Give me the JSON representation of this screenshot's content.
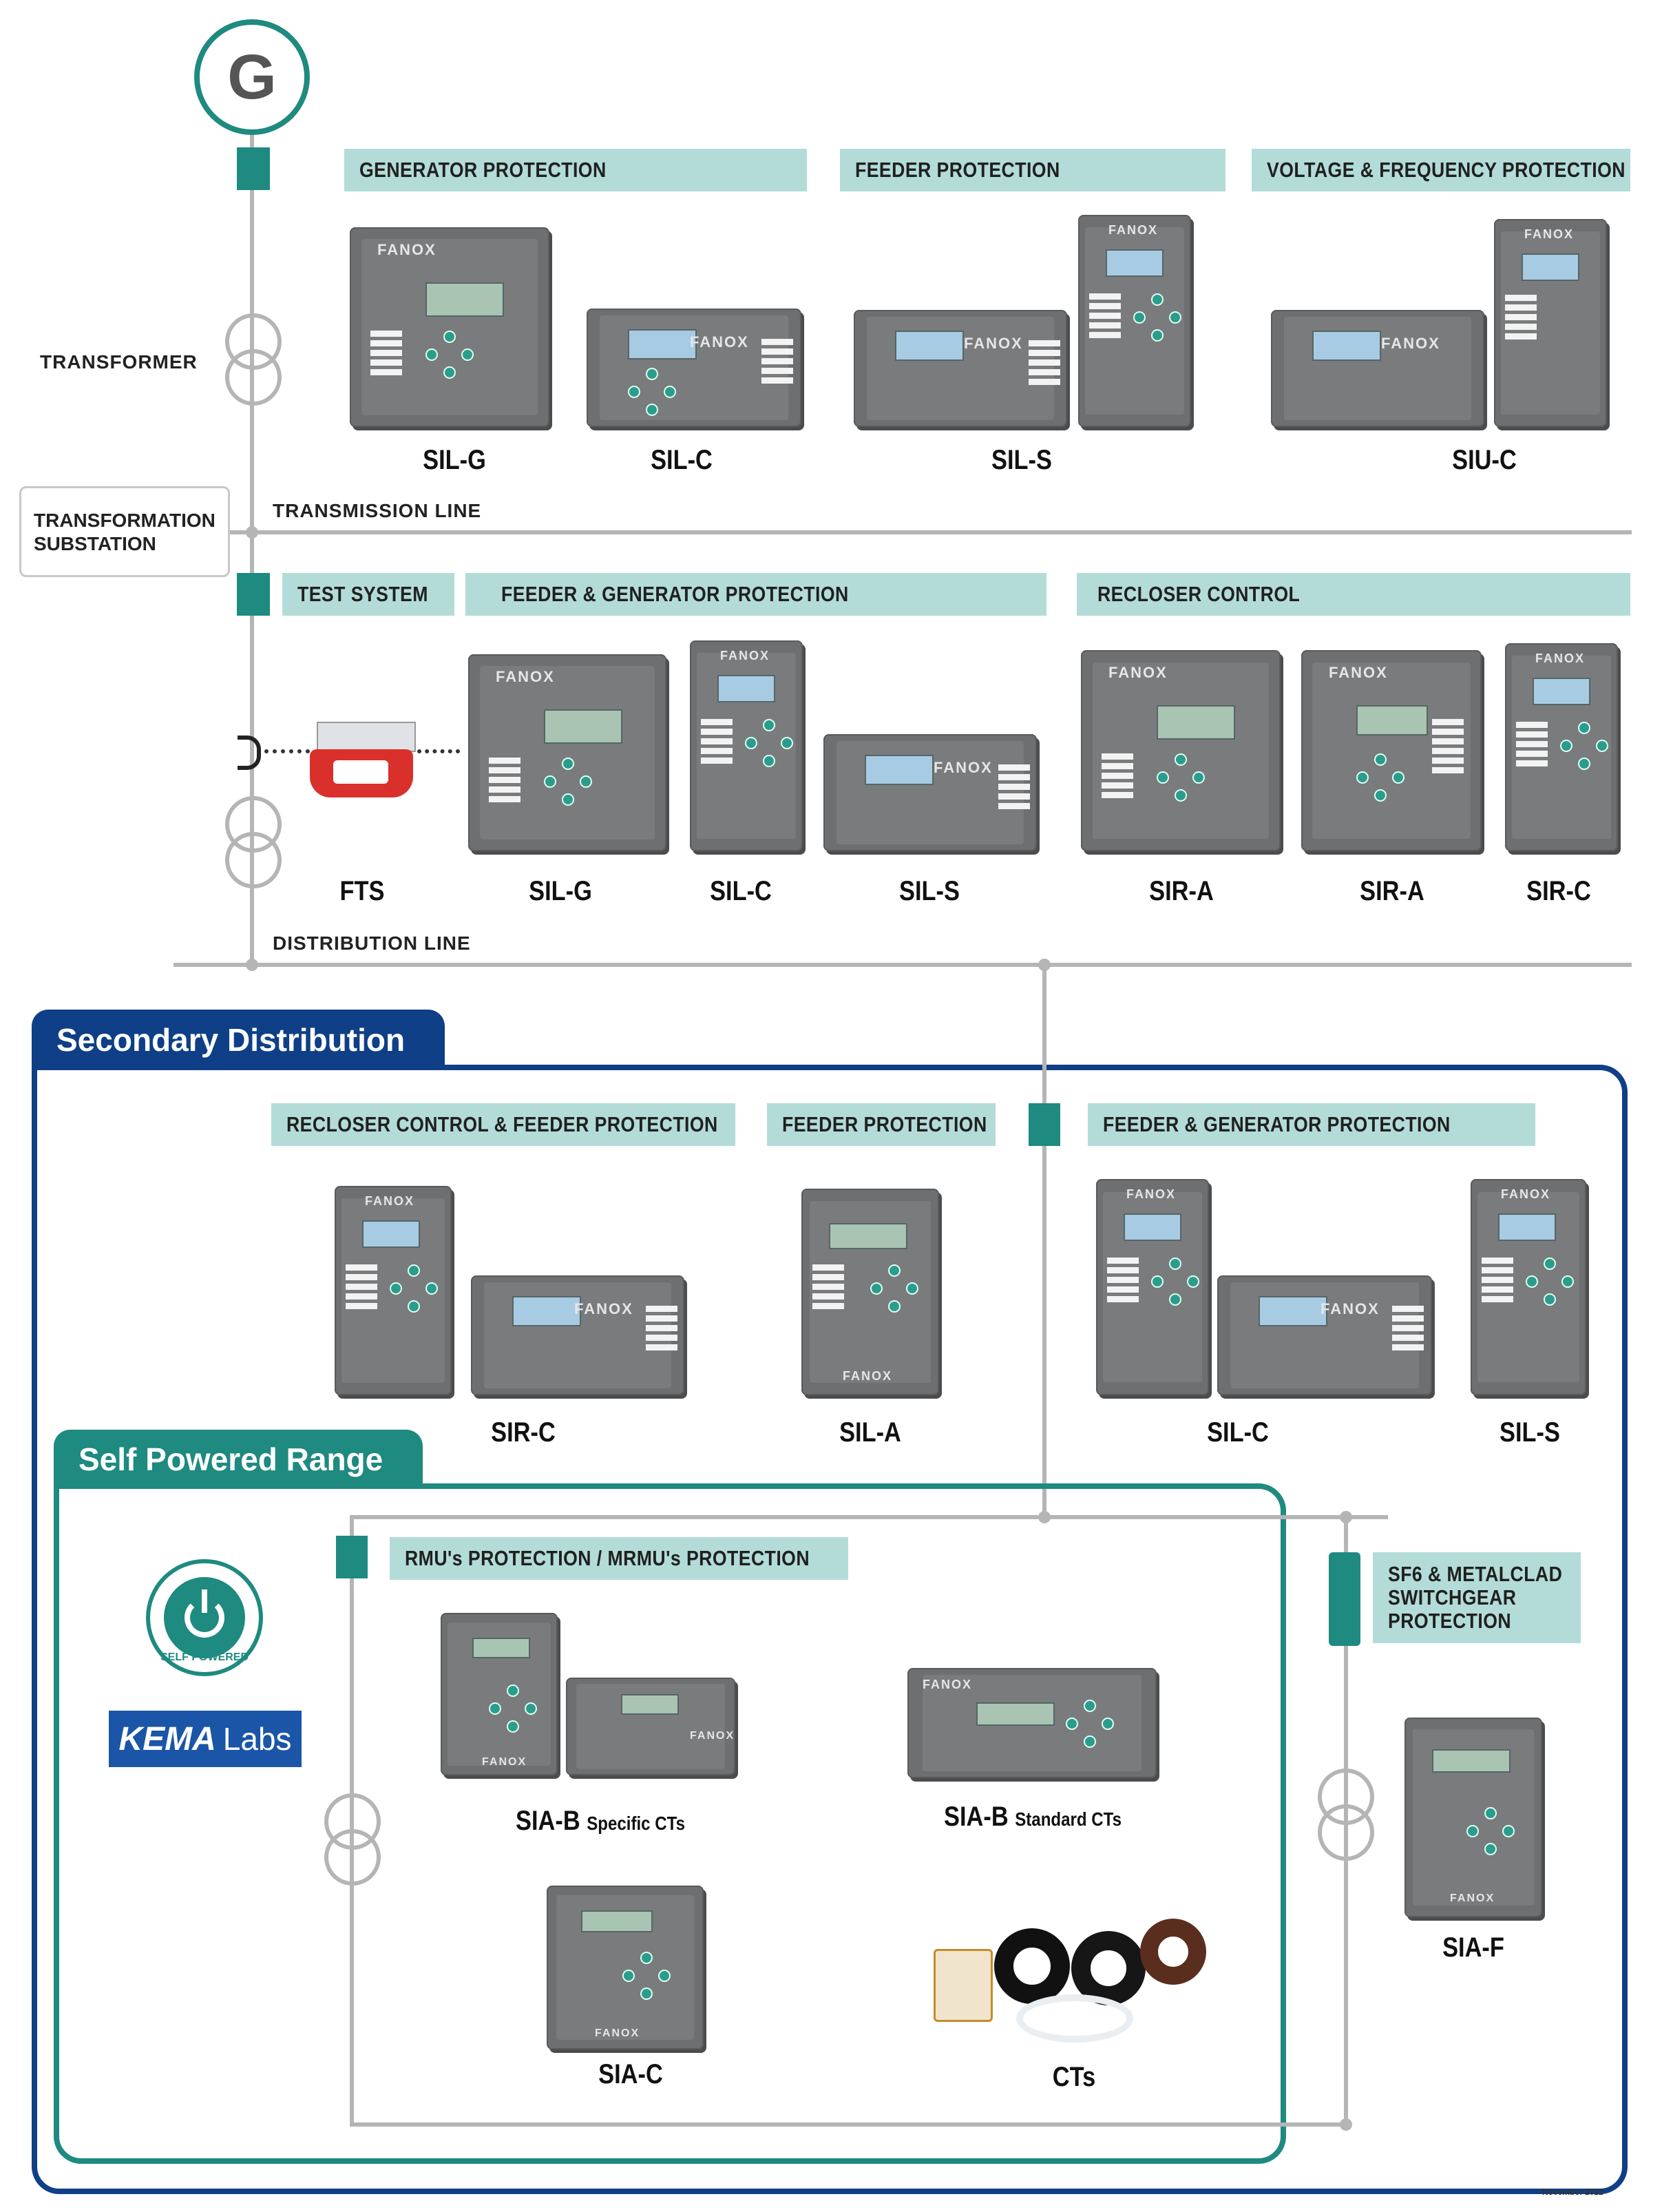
{
  "generator": {
    "symbol": "G"
  },
  "top_left_labels": {
    "transformer": "TRANSFORMER",
    "substation": "TRANSFORMATION\nSUBSTATION",
    "transmission_line": "TRANSMISSION LINE",
    "distribution_line": "DISTRIBUTION LINE"
  },
  "transmission": {
    "categories": [
      "GENERATOR PROTECTION",
      "FEEDER PROTECTION",
      "VOLTAGE & FREQUENCY PROTECTION"
    ],
    "products": [
      "SIL-G",
      "SIL-C",
      "SIL-S",
      "SIU-C"
    ]
  },
  "distribution": {
    "categories": [
      "TEST SYSTEM",
      "FEEDER & GENERATOR PROTECTION",
      "RECLOSER CONTROL"
    ],
    "products": [
      "FTS",
      "SIL-G",
      "SIL-C",
      "SIL-S",
      "SIR-A",
      "SIR-A",
      "SIR-C"
    ]
  },
  "secondary": {
    "title": "Secondary Distribution",
    "categories": [
      "RECLOSER CONTROL & FEEDER PROTECTION",
      "FEEDER PROTECTION",
      "FEEDER & GENERATOR PROTECTION"
    ],
    "products": [
      "SIR-C",
      "SIL-A",
      "SIL-C",
      "SIL-S"
    ]
  },
  "self_powered": {
    "title": "Self Powered Range",
    "category": "RMU's PROTECTION / MRMU's PROTECTION",
    "badge_text": "SELF POWERED",
    "kema_bold": "KEMA",
    "kema_light": "Labs",
    "products": {
      "sia_b_specific_main": "SIA-B",
      "sia_b_specific_sub": "Specific CTs",
      "sia_b_standard_main": "SIA-B",
      "sia_b_standard_sub": "Standard CTs",
      "sia_c": "SIA-C",
      "cts": "CTs"
    }
  },
  "sf6": {
    "category": "SF6 & METALCLAD\nSWITCHGEAR\nPROTECTION",
    "product": "SIA-F"
  },
  "brand": "FANOX",
  "footer_note": "November 2022",
  "colors": {
    "teal": "#1e8a80",
    "navy": "#0f3f86",
    "category_bg": "#b3dcd8",
    "line_grey": "#b5b5b5"
  }
}
